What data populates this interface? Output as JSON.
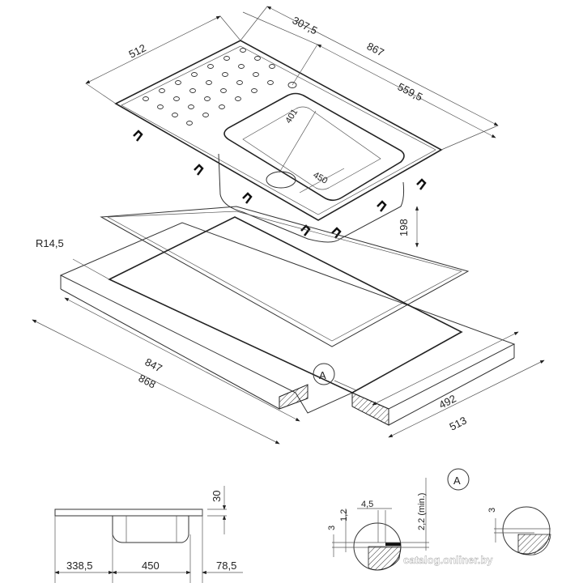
{
  "drawing": {
    "top_view_dims": {
      "depth": "512",
      "bowl_offset": "307,5",
      "overall_width": "867",
      "drainer_width": "559,5",
      "bowl_depth": "401",
      "bowl_width": "450",
      "bowl_height": "198"
    },
    "countertop_dims": {
      "corner_radius": "R14,5",
      "cutout_width": "847",
      "outer_width": "868",
      "cutout_depth": "492",
      "outer_depth": "513",
      "detail_marker": "A"
    },
    "section_dims": {
      "height": "30",
      "left": "338,5",
      "bowl": "450",
      "right": "78,5"
    },
    "detail_a": {
      "title": "A",
      "d1": "3",
      "d2": "1,2",
      "d3": "4,5",
      "d4": "2,2 (min.)",
      "d5": "3"
    },
    "watermark": "catalog.onliner.by"
  }
}
